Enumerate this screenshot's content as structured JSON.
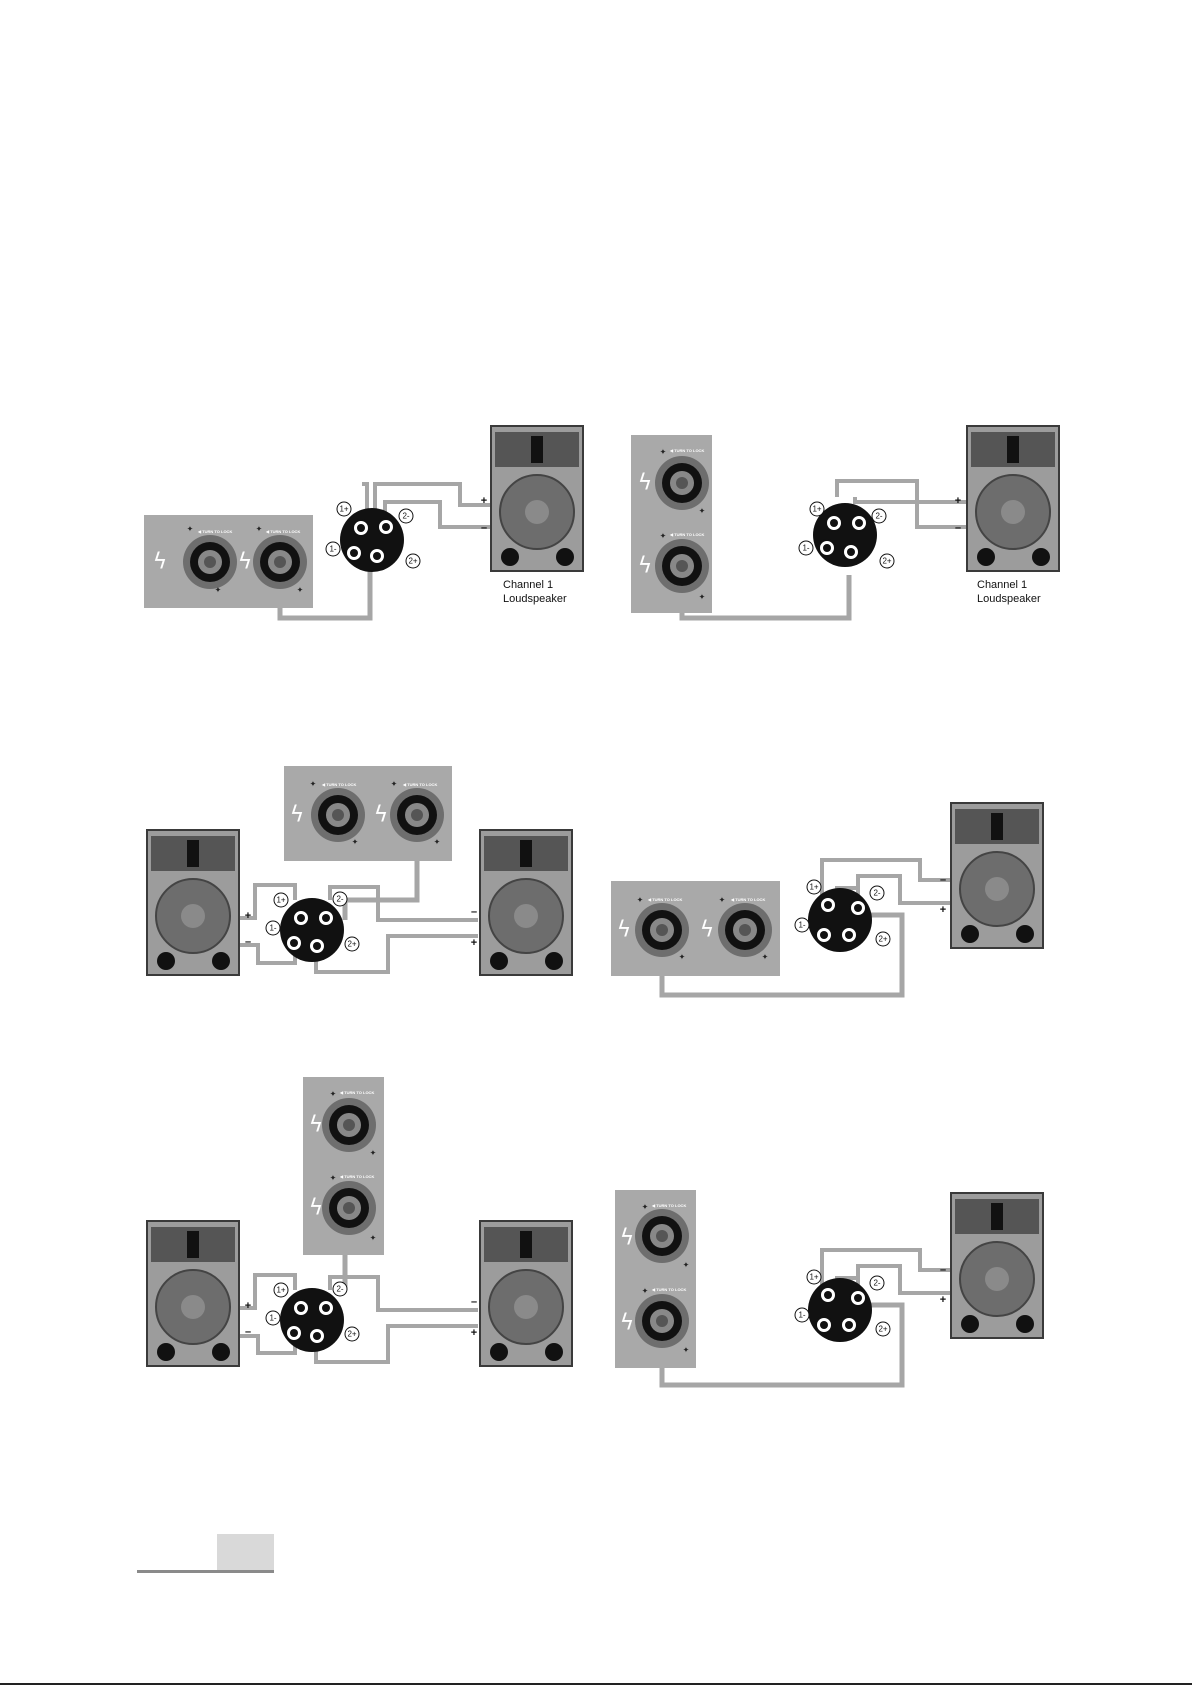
{
  "labels": {
    "channel_1": "Channel 1",
    "loudspeaker": "Loudspeaker"
  },
  "pins": {
    "p1plus": "1+",
    "p1minus": "1-",
    "p2plus": "2+",
    "p2minus": "2-"
  },
  "signs": {
    "plus": "+",
    "minus": "–"
  },
  "glyphs": {
    "bolt": "ϟ",
    "screw": "✦",
    "brand": "◀ TURN TO LOCK"
  },
  "colors": {
    "panel": "#a9a9a9",
    "cabinet": "#9c9c9c",
    "cabinet_border": "#3a3a3a",
    "cable": "#a6a6a6",
    "connector": "#111111"
  }
}
